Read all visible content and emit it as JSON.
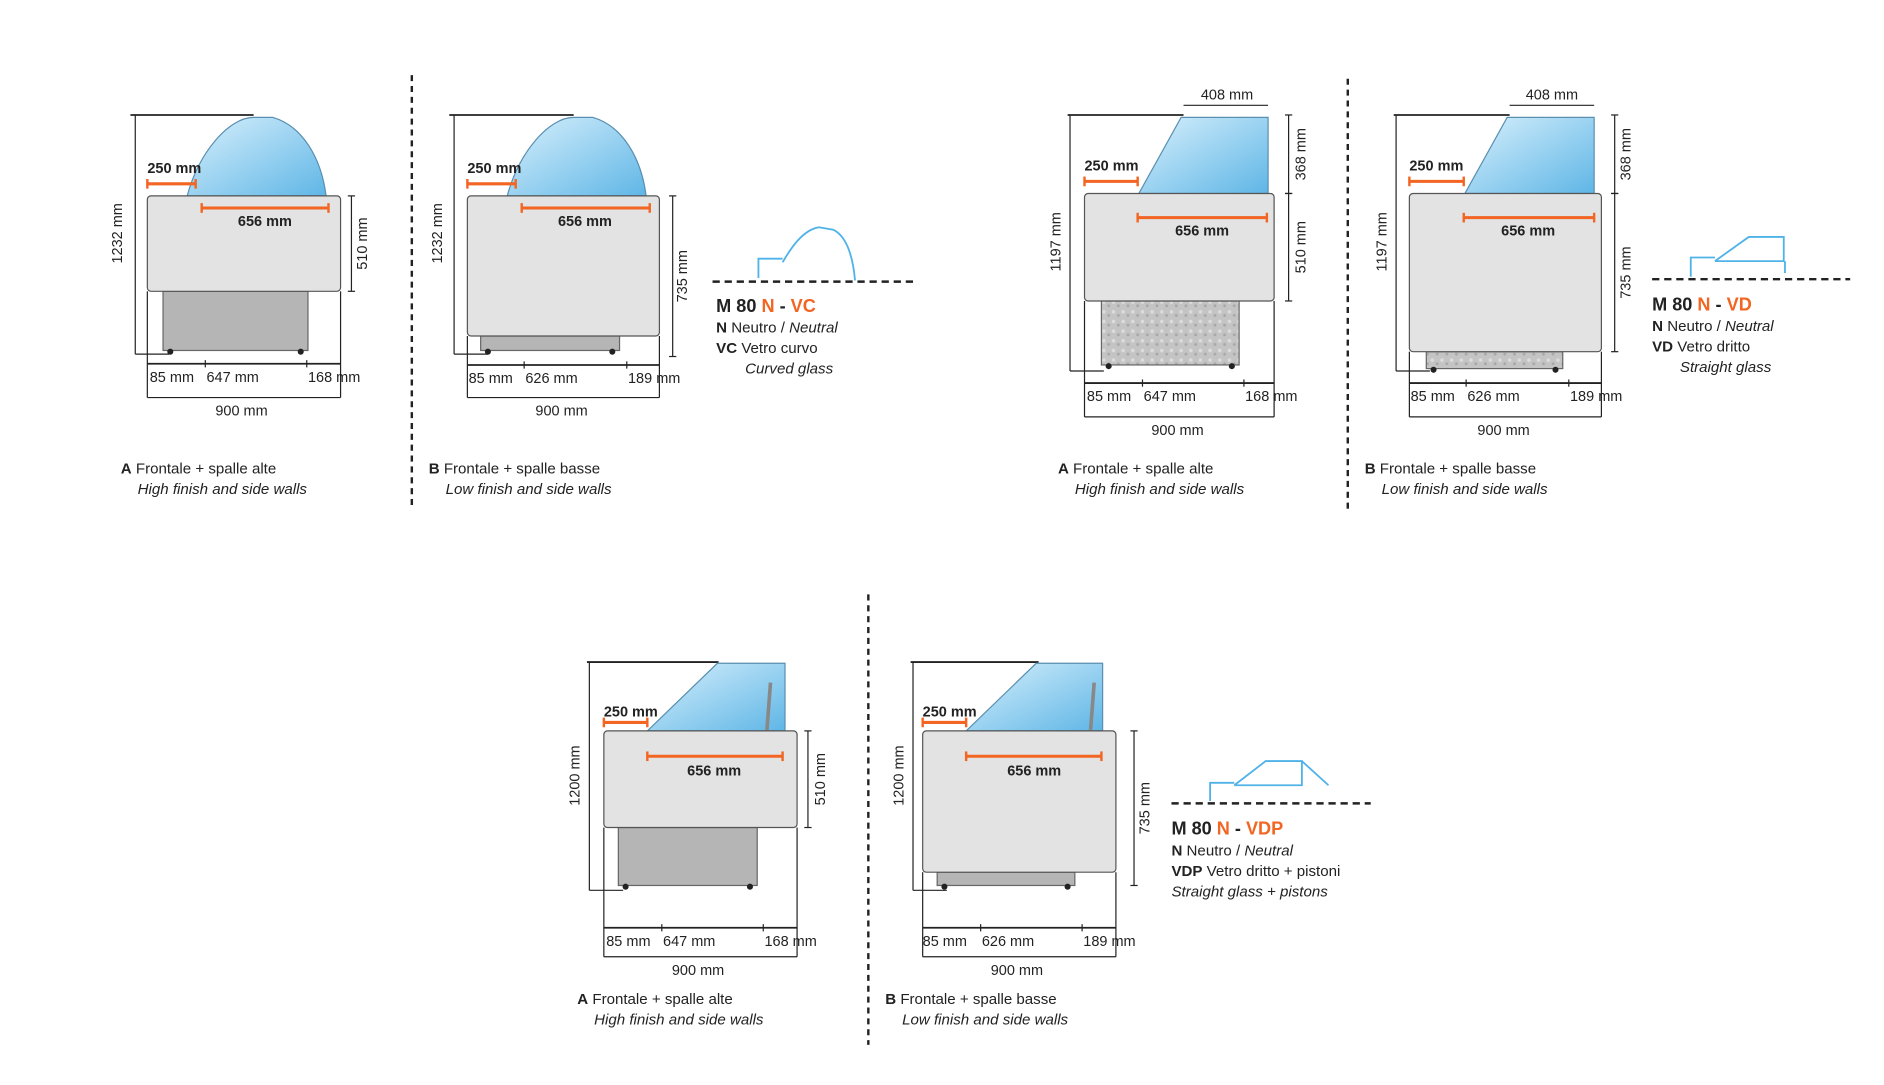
{
  "colors": {
    "accent": "#f26522",
    "glass": "#8fd0f2",
    "body": "#e3e3e3",
    "base": "#b8b8b8"
  },
  "sections": [
    {
      "model": {
        "prefix": "M 80",
        "n": "N",
        "dash": "-",
        "code": "VC"
      },
      "legend": {
        "n_code": "N",
        "n_it": "Neutro",
        "sep": " / ",
        "n_en": "Neutral",
        "g_code": "VC",
        "g_it": "Vetro curvo",
        "g_en": "Curved glass"
      },
      "panels": [
        {
          "variant": "A",
          "title": "Frontale + spalle alte",
          "subtitle": "High finish and side walls",
          "height": "1232 mm",
          "right_dims": [
            "510 mm"
          ],
          "overhang": "250 mm",
          "internal": "656 mm",
          "front": "85 mm",
          "mid": "647 mm",
          "back": "168 mm",
          "total": "900 mm"
        },
        {
          "variant": "B",
          "title": "Frontale + spalle basse",
          "subtitle": "Low finish and side walls",
          "height": "1232 mm",
          "right_dims": [
            "735 mm"
          ],
          "overhang": "250 mm",
          "internal": "656 mm",
          "front": "85 mm",
          "mid": "626 mm",
          "back": "189 mm",
          "total": "900 mm"
        }
      ]
    },
    {
      "model": {
        "prefix": "M 80",
        "n": "N",
        "dash": "-",
        "code": "VD"
      },
      "legend": {
        "n_code": "N",
        "n_it": "Neutro",
        "sep": " / ",
        "n_en": "Neutral",
        "g_code": "VD",
        "g_it": "Vetro dritto",
        "g_en": "Straight glass"
      },
      "panels": [
        {
          "variant": "A",
          "title": "Frontale + spalle alte",
          "subtitle": "High finish and side walls",
          "height": "1197 mm",
          "top_width": "408 mm",
          "right_dims": [
            "368 mm",
            "510 mm"
          ],
          "overhang": "250 mm",
          "internal": "656 mm",
          "front": "85 mm",
          "mid": "647 mm",
          "back": "168 mm",
          "total": "900 mm"
        },
        {
          "variant": "B",
          "title": "Frontale + spalle basse",
          "subtitle": "Low finish and side walls",
          "height": "1197 mm",
          "top_width": "408 mm",
          "right_dims": [
            "368 mm",
            "735 mm"
          ],
          "overhang": "250 mm",
          "internal": "656 mm",
          "front": "85 mm",
          "mid": "626 mm",
          "back": "189 mm",
          "total": "900 mm"
        }
      ]
    },
    {
      "model": {
        "prefix": "M 80",
        "n": "N",
        "dash": "-",
        "code": "VDP"
      },
      "legend": {
        "n_code": "N",
        "n_it": "Neutro",
        "sep": " / ",
        "n_en": "Neutral",
        "g_code": "VDP",
        "g_it": "Vetro dritto + pistoni",
        "g_en": "Straight glass + pistons"
      },
      "panels": [
        {
          "variant": "A",
          "title": "Frontale + spalle alte",
          "subtitle": "High finish and side walls",
          "height": "1200 mm",
          "right_dims": [
            "510 mm"
          ],
          "overhang": "250 mm",
          "internal": "656 mm",
          "front": "85 mm",
          "mid": "647 mm",
          "back": "168 mm",
          "total": "900 mm"
        },
        {
          "variant": "B",
          "title": "Frontale + spalle basse",
          "subtitle": "Low finish and side walls",
          "height": "1200 mm",
          "right_dims": [
            "735 mm"
          ],
          "overhang": "250 mm",
          "internal": "656 mm",
          "front": "85 mm",
          "mid": "626 mm",
          "back": "189 mm",
          "total": "900 mm"
        }
      ]
    }
  ]
}
